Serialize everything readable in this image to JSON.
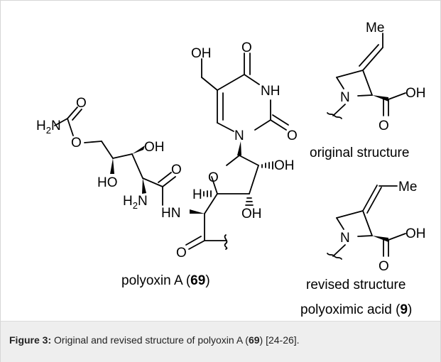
{
  "structures": {
    "polyoxin": {
      "atoms": {
        "oh_top": "OH",
        "o_pyr": "O",
        "nh": "NH",
        "n1": "N",
        "o_c2": "O",
        "h2n": "H",
        "n_carb": "N",
        "o_carb_dbl": "O",
        "o_ester": "O",
        "oh1": "OH",
        "ho": "HO",
        "o_amide": "O",
        "o_ring": "O",
        "oh_r1": "OH",
        "oh_r2": "OH",
        "h_stereo": "H",
        "h2n_2": "H",
        "n_amine2": "N",
        "hn": "HN",
        "o_ketone": "O"
      },
      "sub_2": "2",
      "name_prefix": "polyoxin A (",
      "name_num": "69",
      "name_suffix": ")"
    },
    "original": {
      "me": "Me",
      "n": "N",
      "oh": "OH",
      "o": "O",
      "label": "original structure"
    },
    "revised": {
      "me": "Me",
      "n": "N",
      "oh": "OH",
      "o": "O",
      "label": "revised structure",
      "name_prefix": "polyoximic acid (",
      "name_num": "9",
      "name_suffix": ")"
    }
  },
  "caption": {
    "label": "Figure 3:",
    "text_before": " Original and revised structure of polyoxin A (",
    "num": "69",
    "text_after": ") [24-26]."
  }
}
